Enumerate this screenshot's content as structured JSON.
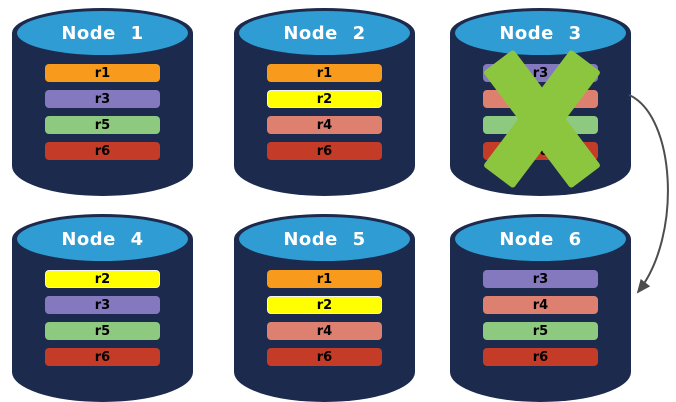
{
  "palette": {
    "cylinder_body": "#1B2A4D",
    "cylinder_top": "#2F9CD4",
    "title_text": "#FFFFFF",
    "bar_text": "#000000",
    "yellow_bar_border": "#F2F2F2"
  },
  "replica_colors": {
    "r1": "#F89B1C",
    "r2": "#FFFF00",
    "r3": "#8478BE",
    "r4": "#DD8070",
    "r5": "#8DC97E",
    "r6": "#C43B28"
  },
  "nodes": [
    {
      "title": "Node 1",
      "failed": false,
      "replicas": [
        {
          "label": "r1",
          "color": "#F89B1C"
        },
        {
          "label": "r3",
          "color": "#8478BE"
        },
        {
          "label": "r5",
          "color": "#8DC97E"
        },
        {
          "label": "r6",
          "color": "#C43B28"
        }
      ]
    },
    {
      "title": "Node 2",
      "failed": false,
      "replicas": [
        {
          "label": "r1",
          "color": "#F89B1C"
        },
        {
          "label": "r2",
          "color": "#FFFF00"
        },
        {
          "label": "r4",
          "color": "#DD8070"
        },
        {
          "label": "r6",
          "color": "#C43B28"
        }
      ]
    },
    {
      "title": "Node 3",
      "failed": true,
      "replicas": [
        {
          "label": "r3",
          "color": "#8478BE"
        },
        {
          "label": "r4",
          "color": "#DD8070"
        },
        {
          "label": "r5",
          "color": "#8DC97E"
        },
        {
          "label": "r6",
          "color": "#C43B28"
        }
      ]
    },
    {
      "title": "Node 4",
      "failed": false,
      "replicas": [
        {
          "label": "r2",
          "color": "#FFFF00"
        },
        {
          "label": "r3",
          "color": "#8478BE"
        },
        {
          "label": "r5",
          "color": "#8DC97E"
        },
        {
          "label": "r6",
          "color": "#C43B28"
        }
      ]
    },
    {
      "title": "Node 5",
      "failed": false,
      "replicas": [
        {
          "label": "r1",
          "color": "#F89B1C"
        },
        {
          "label": "r2",
          "color": "#FFFF00"
        },
        {
          "label": "r4",
          "color": "#DD8070"
        },
        {
          "label": "r6",
          "color": "#C43B28"
        }
      ]
    },
    {
      "title": "Node 6",
      "failed": false,
      "replicas": [
        {
          "label": "r3",
          "color": "#8478BE"
        },
        {
          "label": "r4",
          "color": "#DD8070"
        },
        {
          "label": "r5",
          "color": "#8DC97E"
        },
        {
          "label": "r6",
          "color": "#C43B28"
        }
      ]
    }
  ],
  "failure_mark": {
    "icon": "x-cross-icon",
    "color": "#8CC63F",
    "over_node": "Node 3"
  },
  "arrow": {
    "icon": "curved-arrow-icon",
    "from": "Node 3",
    "to": "Node 6",
    "color": "#4D4D4D"
  }
}
